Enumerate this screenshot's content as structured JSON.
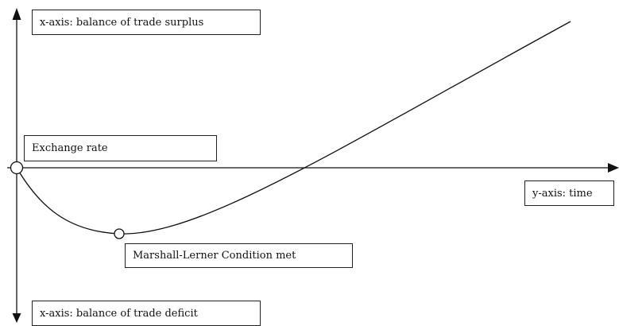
{
  "labels": {
    "surplus": "x-axis: balance of trade surplus",
    "exchange_rate": "Exchange rate",
    "time": "y-axis: time",
    "marshall_lerner": "Marshall-Lerner Condition met",
    "deficit": "x-axis: balance of trade deficit"
  },
  "colors": {
    "line": "#111111",
    "box_border": "#222222"
  }
}
